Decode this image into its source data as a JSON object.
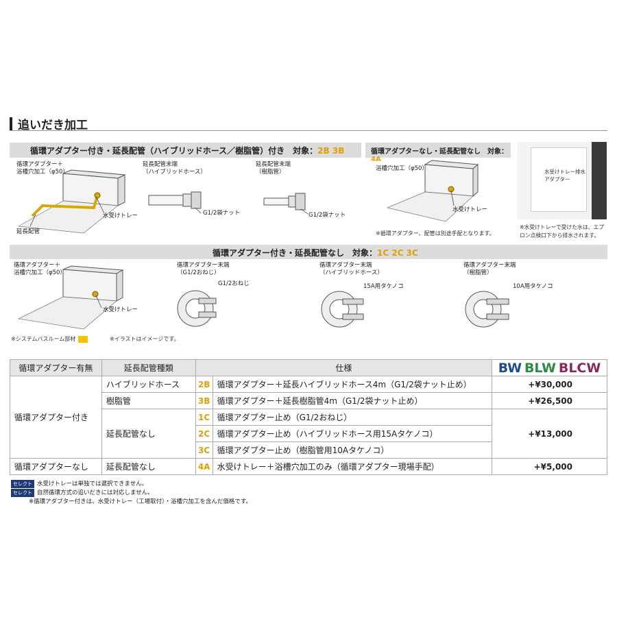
{
  "section_title": "追いだき加工",
  "band1": {
    "text": "循環アダプター付き・延長配管（ハイブリッドホース／樹脂管）付き　対象：",
    "codes": "2B  3B"
  },
  "band2": {
    "text": "循環アダプターなし・延長配管なし　対象：",
    "codes": "4A"
  },
  "band3": {
    "text": "循環アダプター付き・延長配管なし　対象：",
    "codes": "1C  2C  3C"
  },
  "diagram1": {
    "label_adapter_1": "循環アダプター＋",
    "label_adapter_2": "浴槽穴加工（φ50）",
    "label_tray": "水受けトレー",
    "label_pipe": "延長配管",
    "hose_title_1": "延長配管末端",
    "hose_title_2": "（ハイブリッドホース）",
    "hose_nut": "G1/2袋ナット",
    "resin_title_1": "延長配管末端",
    "resin_title_2": "（樹脂管）",
    "resin_nut": "G1/2袋ナット"
  },
  "diagram2": {
    "label_hole": "浴槽穴加工（φ50）",
    "label_tray": "水受けトレー",
    "note": "※循環アダプター、配管は別途手配となります。"
  },
  "photo": {
    "label_1": "水受けトレー排水",
    "label_2": "アダプター",
    "caption_1": "※水受けトレーで受けた水は、エプ",
    "caption_2": "ロン点検口下から排水されます。"
  },
  "diagram3": {
    "label_adapter_1": "循環アダプター＋",
    "label_adapter_2": "浴槽穴加工（φ50）",
    "label_tray": "水受けトレー",
    "end1_title_1": "循環アダプター末端",
    "end1_title_2": "（G1/2おねじ）",
    "end1_part": "G1/2おねじ",
    "end2_title_1": "循環アダプター末端",
    "end2_title_2": "（ハイブリッドホース）",
    "end2_part": "15A用タケノコ",
    "end3_title_1": "循環アダプター末端",
    "end3_title_2": "（樹脂管）",
    "end3_part": "10A用タケノコ"
  },
  "legend": {
    "system_bath": "※システムバスルーム部材",
    "image_note": "※イラストはイメージです。",
    "swatch_color": "#f2c400"
  },
  "table": {
    "headers": {
      "adapter": "循環アダプター有無",
      "pipe": "延長配管種類",
      "spec": "仕様"
    },
    "series": {
      "bw": "BW",
      "blw": "BLW",
      "blcw": "BLCW"
    },
    "group_with": "循環アダプター付き",
    "group_without": "循環アダプターなし",
    "rows": [
      {
        "pipe": "ハイブリッドホース",
        "code": "2B",
        "spec": "循環アダプター＋延長ハイブリッドホース4m（G1/2袋ナット止め）",
        "price": "+¥30,000"
      },
      {
        "pipe": "樹脂管",
        "code": "3B",
        "spec": "循環アダプター＋延長樹脂管4m（G1/2袋ナット止め）",
        "price": "+¥26,500"
      },
      {
        "pipe": "延長配管なし",
        "code": "1C",
        "spec": "循環アダプター止め（G1/2おねじ）",
        "price": "+¥13,000"
      },
      {
        "code": "2C",
        "spec": "循環アダプター止め（ハイブリッドホース用15Aタケノコ）"
      },
      {
        "code": "3C",
        "spec": "循環アダプター止め（樹脂管用10Aタケノコ）"
      },
      {
        "pipe": "延長配管なし",
        "code": "4A",
        "spec": "水受けトレー＋浴槽穴加工のみ（循環アダプター現場手配）",
        "price": "+¥5,000"
      }
    ]
  },
  "notes": {
    "badge": "セレクト",
    "note1": "水受けトレーは単独では選択できません。",
    "note2": "自然循環方式の追いだきには対応しません。",
    "note3": "※循環アダプター付きは、水受けトレー（工場取付）・浴槽穴加工を含んだ価格です。"
  },
  "colors": {
    "accent": "#e0a100",
    "band": "#dcdcdc",
    "badge": "#1e3a78"
  }
}
